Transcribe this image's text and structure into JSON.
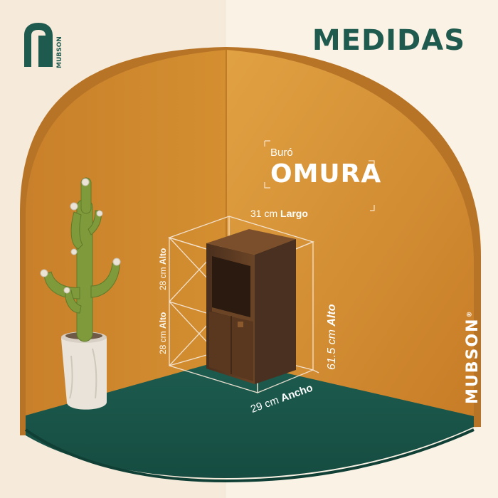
{
  "brand": {
    "logo_text": "MUBSON",
    "side_text": "MUBSON",
    "side_mark": "®"
  },
  "heading": "MEDIDAS",
  "product": {
    "type": "Buró",
    "name": "OMURA"
  },
  "dimensions": {
    "largo": {
      "value": "31 cm",
      "label": "Largo"
    },
    "ancho": {
      "value": "29 cm",
      "label": "Ancho"
    },
    "alto_total": {
      "value": "61.5 cm",
      "label": "Alto"
    },
    "alto_upper": {
      "value": "28 cm",
      "label": "Alto"
    },
    "alto_lower": {
      "value": "28 cm",
      "label": "Alto"
    }
  },
  "colors": {
    "wall": "#d08a2c",
    "floor": "#1f5a4e",
    "background": "#f6eadb",
    "heading": "#1f5a4e",
    "wood": "#5a3a22"
  },
  "icons": [
    "mubson-logo-icon",
    "cactus-icon",
    "furniture-icon"
  ]
}
